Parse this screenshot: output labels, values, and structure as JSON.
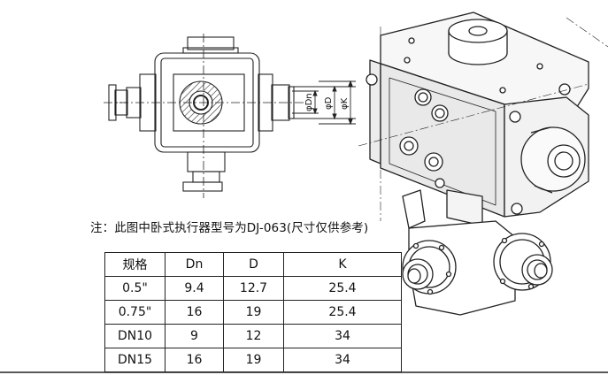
{
  "note": "注：此图中卧式执行器型号为DJ-063(尺寸仅供参考)",
  "dimension_labels": {
    "dn": "φDn",
    "d": "φD",
    "k": "φK"
  },
  "table": {
    "headers": [
      "规格",
      "Dn",
      "D",
      "K"
    ],
    "rows": [
      [
        "0.5\"",
        "9.4",
        "12.7",
        "25.4"
      ],
      [
        "0.75\"",
        "16",
        "19",
        "25.4"
      ],
      [
        "DN10",
        "9",
        "12",
        "34"
      ],
      [
        "DN15",
        "16",
        "19",
        "34"
      ]
    ]
  },
  "colors": {
    "line": "#222222",
    "hatch": "#333333",
    "paper": "#ffffff"
  }
}
